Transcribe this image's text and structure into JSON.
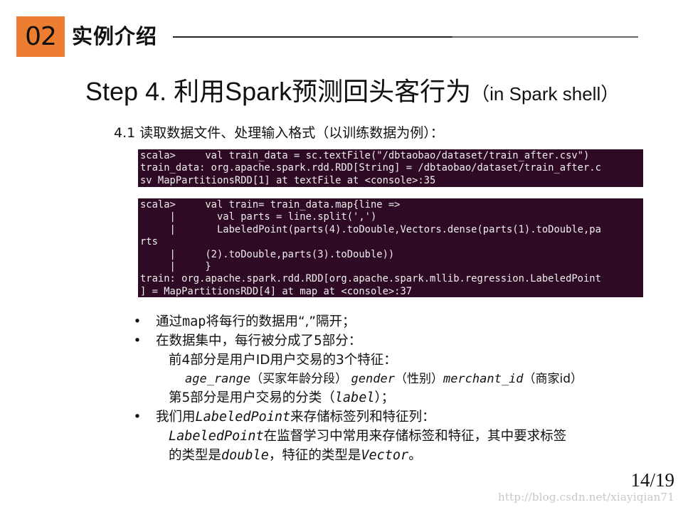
{
  "header": {
    "section_number": "02",
    "section_title": "实例介绍",
    "badge_color": "#ED7D31"
  },
  "slide": {
    "title_main": "Step 4. 利用Spark预测回头客行为",
    "title_paren": "（in Spark shell）",
    "subheading": "4.1  读取数据文件、处理输入格式（以训练数据为例）："
  },
  "terminal_1": {
    "background": "#2F0A24",
    "lines": [
      "scala>     val train_data = sc.textFile(\"/dbtaobao/dataset/train_after.csv\")",
      "train_data: org.apache.spark.rdd.RDD[String] = /dbtaobao/dataset/train_after.c",
      "sv MapPartitionsRDD[1] at textFile at <console>:35"
    ]
  },
  "terminal_2": {
    "background": "#2F0A24",
    "lines": [
      "scala>     val train= train_data.map{line =>",
      "     |       val parts = line.split(',')",
      "     |       LabeledPoint(parts(4).toDouble,Vectors.dense(parts(1).toDouble,pa",
      "rts",
      "     |     (2).toDouble,parts(3).toDouble))",
      "     |     }",
      "train: org.apache.spark.rdd.RDD[org.apache.spark.mllib.regression.LabeledPoint",
      "] = MapPartitionsRDD[4] at map at <console>:37"
    ]
  },
  "bullets": {
    "b1": {
      "bullet": "•",
      "pre": "通过",
      "code": "map",
      "post": "将每行的数据用“,”隔开；"
    },
    "b2": {
      "bullet": "•",
      "text": "在数据集中，每行被分成了5部分："
    },
    "b2_sub1": "前4部分是用户ID用户交易的3个特征：",
    "b2_features": {
      "f1": "age_range",
      "f1_desc": "（买家年龄分段） ",
      "f2": "gender",
      "f2_desc": "（性别）",
      "f3": "merchant_id",
      "f3_desc": "（商家id）"
    },
    "b2_sub2": {
      "pre": "第5部分是用户交易的分类（",
      "code": "label",
      "post": "）；"
    },
    "b3": {
      "bullet": "•",
      "pre": "我们用",
      "code": "LabeledPoint",
      "post": "来存储标签列和特征列："
    },
    "b3_sub1": {
      "code": "LabeledPoint",
      "post": "在监督学习中常用来存储标签和特征，其中要求标签"
    },
    "b3_sub2": {
      "pre": "的类型是",
      "code1": "double",
      "mid": "，特征的类型是",
      "code2": "Vector",
      "post": "。"
    }
  },
  "footer": {
    "page_number": "14/19",
    "watermark": "http://blog.csdn.net/xiayiqian71"
  }
}
